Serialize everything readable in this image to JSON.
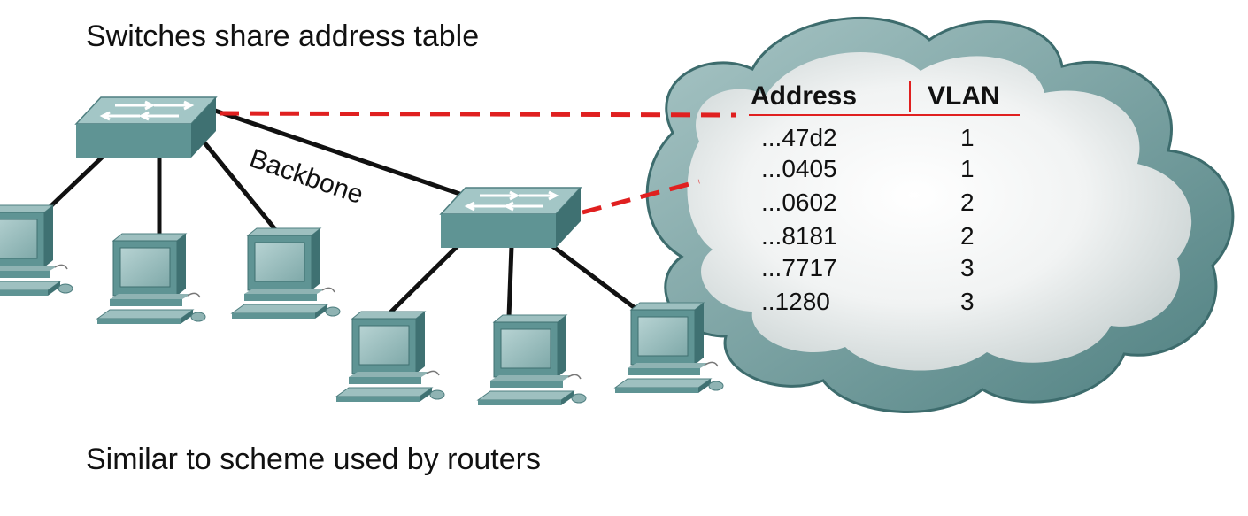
{
  "captions": {
    "top": "Switches share address table",
    "bottom": "Similar to scheme used by routers"
  },
  "links": {
    "backbone_label": "Backbone"
  },
  "table": {
    "headers": [
      "Address",
      "VLAN"
    ],
    "rows": [
      [
        "...47d2",
        "1"
      ],
      [
        "...0405",
        "1"
      ],
      [
        "...0602",
        "2"
      ],
      [
        "...8181",
        "2"
      ],
      [
        "...7717",
        "3"
      ],
      [
        "..1280",
        "3"
      ]
    ]
  },
  "colors": {
    "device_teal": "#5f9393",
    "device_top": "#9ec3c3",
    "device_dark": "#3f6f70",
    "cloud_edge": "#6f9a9a",
    "dashed_link": "#e02020",
    "table_rule": "#e02020"
  },
  "icons": {
    "switch": "switch-icon",
    "workstation": "workstation-icon",
    "cloud": "cloud-icon"
  }
}
